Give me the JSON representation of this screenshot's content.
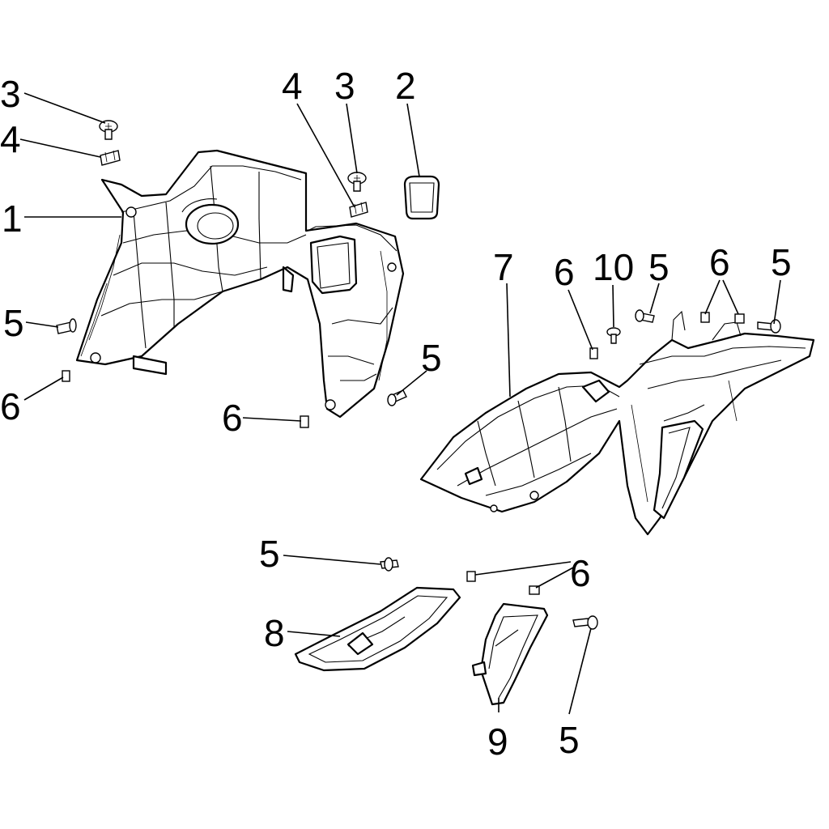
{
  "callouts": [
    {
      "id": "c3a",
      "text": "3"
    },
    {
      "id": "c4a",
      "text": "4"
    },
    {
      "id": "c1",
      "text": "1"
    },
    {
      "id": "c5a",
      "text": "5"
    },
    {
      "id": "c6a",
      "text": "6"
    },
    {
      "id": "c4b",
      "text": "4"
    },
    {
      "id": "c3b",
      "text": "3"
    },
    {
      "id": "c2",
      "text": "2"
    },
    {
      "id": "c5b",
      "text": "5"
    },
    {
      "id": "c6b",
      "text": "6"
    },
    {
      "id": "c7",
      "text": "7"
    },
    {
      "id": "c6c",
      "text": "6"
    },
    {
      "id": "c10",
      "text": "10"
    },
    {
      "id": "c5c",
      "text": "5"
    },
    {
      "id": "c6d",
      "text": "6"
    },
    {
      "id": "c5d",
      "text": "5"
    },
    {
      "id": "c5e",
      "text": "5"
    },
    {
      "id": "c6e",
      "text": "6"
    },
    {
      "id": "c8",
      "text": "8"
    },
    {
      "id": "c9",
      "text": "9"
    },
    {
      "id": "c5f",
      "text": "5"
    }
  ]
}
